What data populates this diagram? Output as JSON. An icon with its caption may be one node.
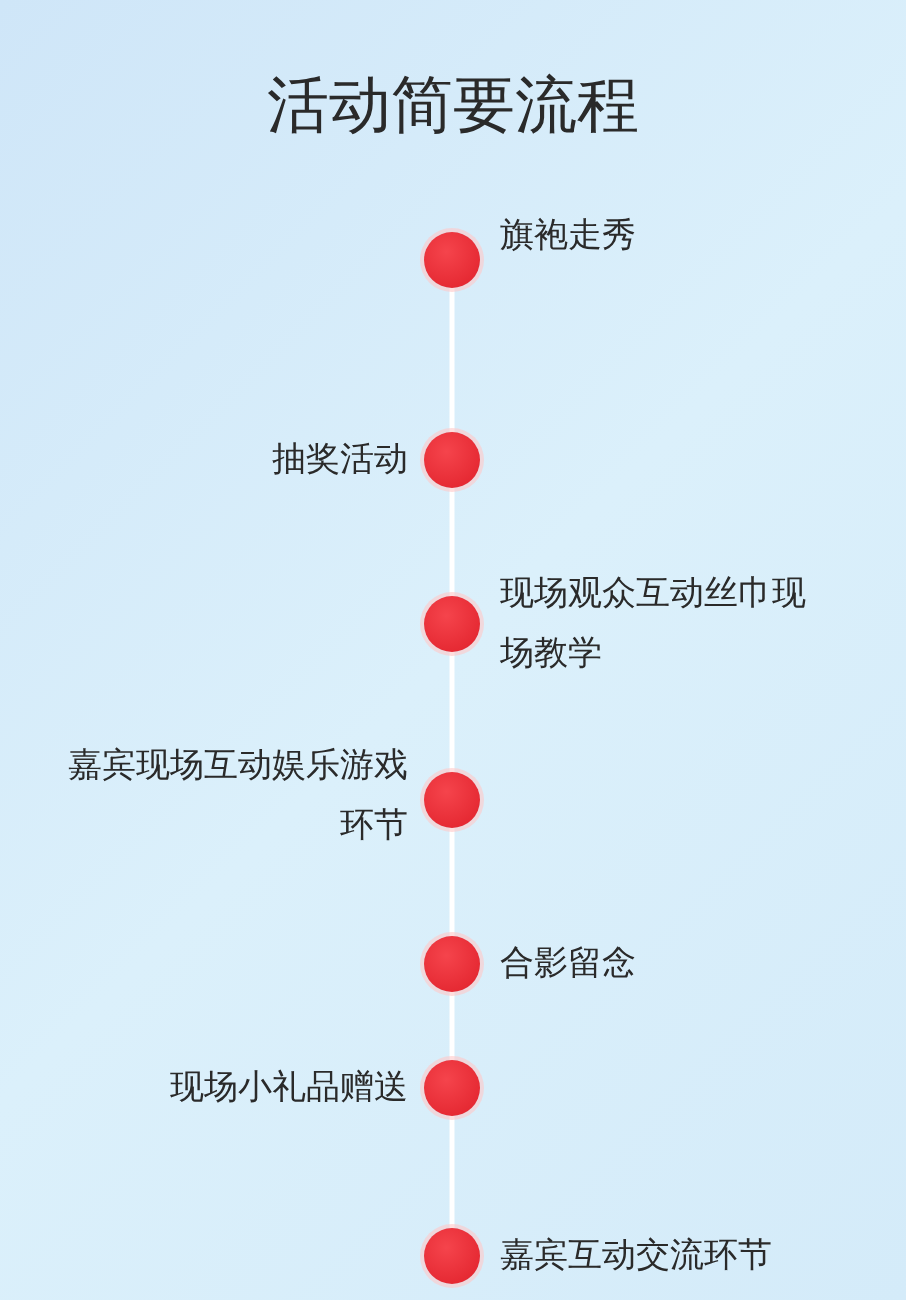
{
  "diagram": {
    "title": "活动简要流程",
    "nodes": [
      {
        "text": [],
        "shape": "circle",
        "beside": [
          "旗袍走秀"
        ]
      },
      {
        "text": [],
        "shape": "circle",
        "beside": [
          "抽奖活动"
        ]
      },
      {
        "text": [],
        "shape": "circle",
        "beside": [
          "现场观众互动丝巾现场教学"
        ]
      },
      {
        "text": [],
        "shape": "circle",
        "beside": [
          "嘉宾现场互动娱乐游戏环节"
        ]
      },
      {
        "text": [],
        "shape": "circle",
        "beside": [
          "合影留念"
        ]
      },
      {
        "text": [],
        "shape": "circle",
        "beside": [
          "现场小礼品赠送"
        ]
      },
      {
        "text": [],
        "shape": "circle",
        "beside": [
          "嘉宾互动交流环节"
        ]
      }
    ],
    "edges": [
      {
        "from": 0,
        "to": 1,
        "arrow": "none"
      },
      {
        "from": 1,
        "to": 2,
        "arrow": "none"
      },
      {
        "from": 2,
        "to": 3,
        "arrow": "none"
      },
      {
        "from": 3,
        "to": 4,
        "arrow": "none"
      },
      {
        "from": 4,
        "to": 5,
        "arrow": "none"
      },
      {
        "from": 5,
        "to": 6,
        "arrow": "none"
      }
    ]
  }
}
